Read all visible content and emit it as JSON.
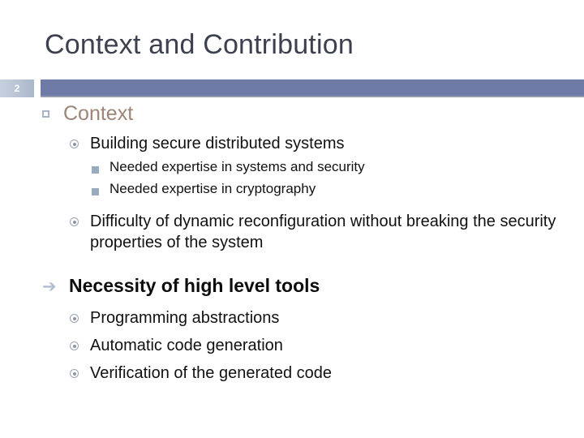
{
  "slide": {
    "title": "Context and Contribution",
    "number": "2",
    "colors": {
      "title_text": "#3d414f",
      "header_bar": "#6d7ba6",
      "number_box": "#b9c3d4",
      "level1_text": "#9d8578",
      "body_text": "#111111",
      "bullet_blue": "#9aaabf",
      "background": "#ffffff"
    },
    "outline": [
      {
        "level": 1,
        "bullet": "hollow-square-bullet",
        "text": "Context"
      },
      {
        "level": 2,
        "bullet": "circled-dot-bullet",
        "text": "Building secure distributed systems"
      },
      {
        "level": 3,
        "bullet": "filled-square-bullet",
        "text": "Needed expertise in systems and security"
      },
      {
        "level": 3,
        "bullet": "filled-square-bullet",
        "text": "Needed expertise in cryptography"
      },
      {
        "level": 2,
        "bullet": "circled-dot-bullet",
        "text": "Difficulty of dynamic reconfiguration without breaking the security properties of the system"
      },
      {
        "level": 1,
        "bullet": "arrow-bullet",
        "text": "Necessity of high level tools"
      },
      {
        "level": 2,
        "bullet": "circled-dot-bullet",
        "text": "Programming abstractions"
      },
      {
        "level": 2,
        "bullet": "circled-dot-bullet",
        "text": "Automatic code generation"
      },
      {
        "level": 2,
        "bullet": "circled-dot-bullet",
        "text": "Verification of the generated code"
      }
    ],
    "arrow_glyph": "➔"
  }
}
